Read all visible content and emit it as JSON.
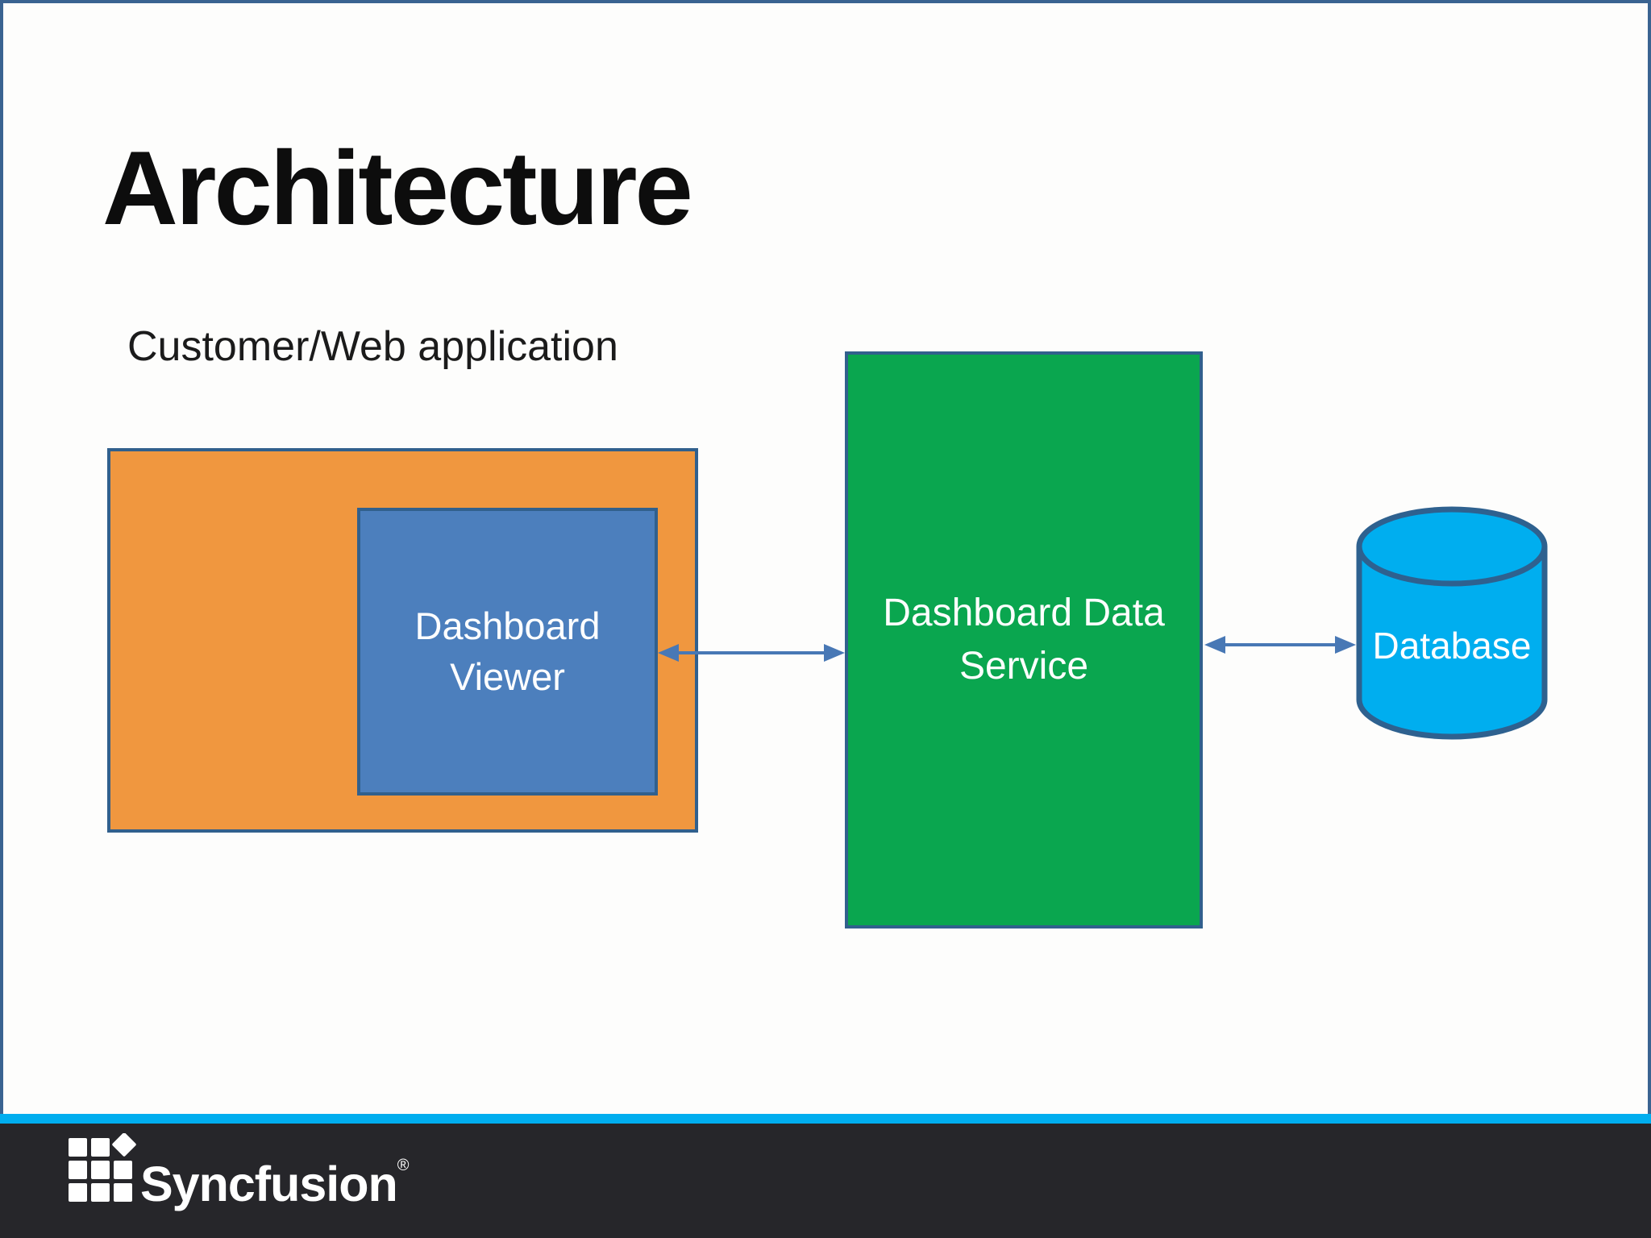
{
  "slide": {
    "title": "Architecture"
  },
  "diagram": {
    "customer_label": "Customer/Web application",
    "viewer_label": "Dashboard Viewer",
    "service_label": "Dashboard Data Service",
    "database_label": "Database"
  },
  "footer": {
    "brand": "Syncfusion",
    "registered_mark": "®"
  },
  "colors": {
    "slide_bg": "#FDFDFC",
    "slide_border": "#3A6391",
    "box_border": "#31608D",
    "orange_fill": "#F0973F",
    "blue_fill": "#4C7FBD",
    "green_fill": "#0AA64F",
    "cylinder_fill": "#00AEEF",
    "cylinder_border": "#2E618F",
    "arrow_blue": "#4878B5",
    "stripe_cyan": "#00AEEF",
    "footer_dark": "#26262A",
    "title_color": "#0D0D0D",
    "subtitle_color": "#1B1B1B"
  }
}
